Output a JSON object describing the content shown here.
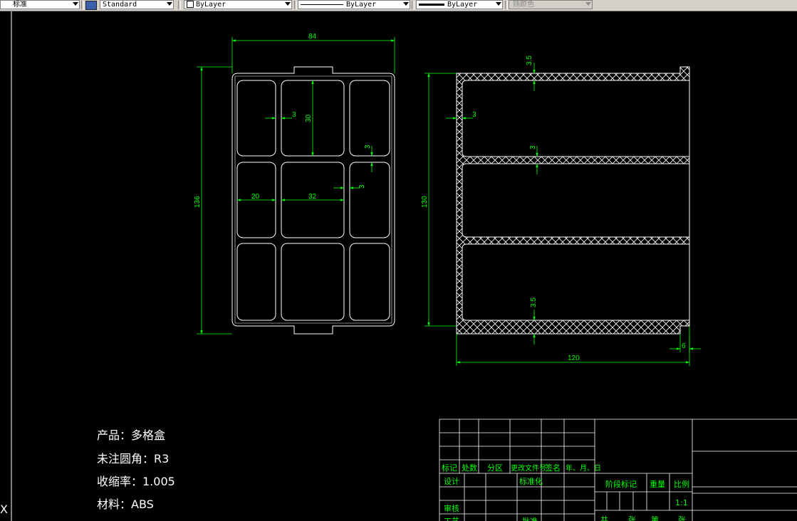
{
  "toolbar": {
    "text_style": "标准",
    "dim_style": "Standard",
    "layer": "ByLayer",
    "linetype": "ByLayer",
    "lineweight": "ByLayer",
    "plot_style": "随颜色"
  },
  "drawing": {
    "top_view": {
      "dim_width": "84",
      "dim_height": "136",
      "dim_cell_height": "30",
      "dim_rib_v": "3",
      "dim_rib_h": "3",
      "dim_rib_small": "3",
      "dim_left_cell": "20",
      "dim_mid_cell": "32"
    },
    "side_view": {
      "dim_top_wall": "3.5",
      "dim_wall": "3",
      "dim_rib": "3",
      "dim_bottom_wall": "3.5",
      "dim_height": "130",
      "dim_length": "120",
      "dim_lip": "6"
    }
  },
  "notes": [
    "产品：多格盒",
    "未注圆角：R3",
    "收缩率：1.005",
    "材料：ABS"
  ],
  "title_block": {
    "col_mark": "标记",
    "col_count": "处数",
    "col_zone": "分区",
    "col_change_doc": "更改文件号",
    "col_sign": "签名",
    "col_date": "年、月、日",
    "design": "设计",
    "standardize": "标准化",
    "review": "审核",
    "process": "工艺",
    "approve": "批准",
    "stage_mark": "阶段标记",
    "weight": "重量",
    "scale": "比例",
    "scale_value": "1:1",
    "total": "共",
    "sheets": "张",
    "sheet": "第",
    "sheet2": "张"
  },
  "ucs_label": "X",
  "colors": {
    "background": "#000000",
    "geometry": "#ffffff",
    "dimension": "#00ff00",
    "annotation_bg": "#000000"
  }
}
